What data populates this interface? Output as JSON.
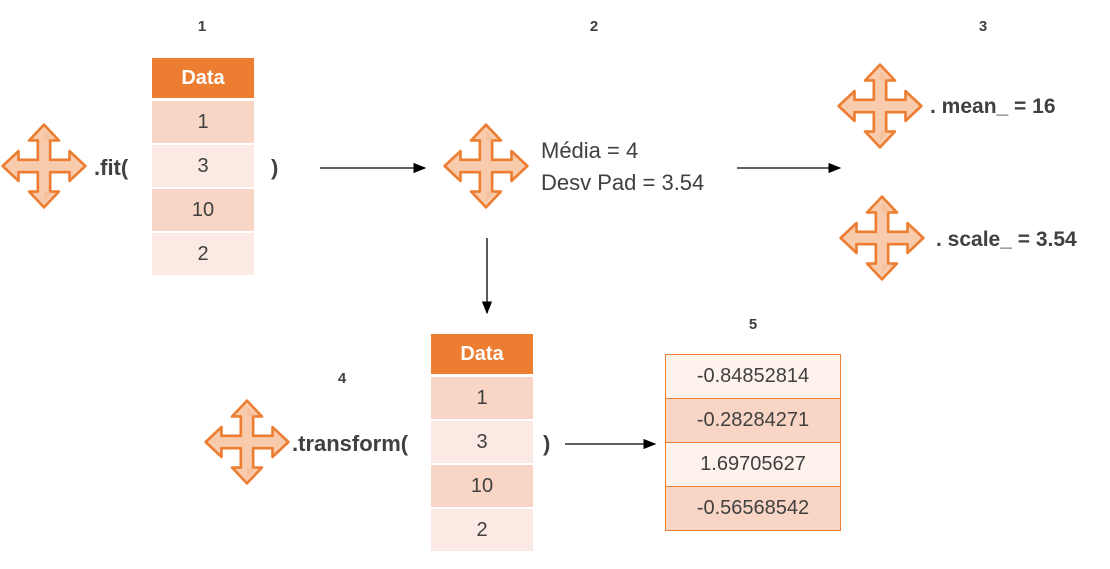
{
  "steps": {
    "s1": "1",
    "s2": "2",
    "s3": "3",
    "s4": "4",
    "s5": "5"
  },
  "icons": {
    "scaler": "four-way-arrow-icon"
  },
  "colors": {
    "accent": "#ed7d31",
    "cell_dark": "#f8d5c5",
    "cell_light": "#fbeae3",
    "text": "#404040"
  },
  "fit": {
    "call": ".fit(",
    "close": ")",
    "table": {
      "header": "Data",
      "values": [
        "1",
        "3",
        "10",
        "2"
      ]
    }
  },
  "stats": {
    "mean_line": "Média = 4",
    "std_line": "Desv Pad = 3.54"
  },
  "attributes": {
    "mean": ". mean_ = 16",
    "scale": ". scale_ = 3.54"
  },
  "transform": {
    "call": ".transform(",
    "close": ")",
    "table": {
      "header": "Data",
      "values": [
        "1",
        "3",
        "10",
        "2"
      ]
    }
  },
  "result": {
    "values": [
      "-0.84852814",
      "-0.28284271",
      "1.69705627",
      "-0.56568542"
    ]
  }
}
